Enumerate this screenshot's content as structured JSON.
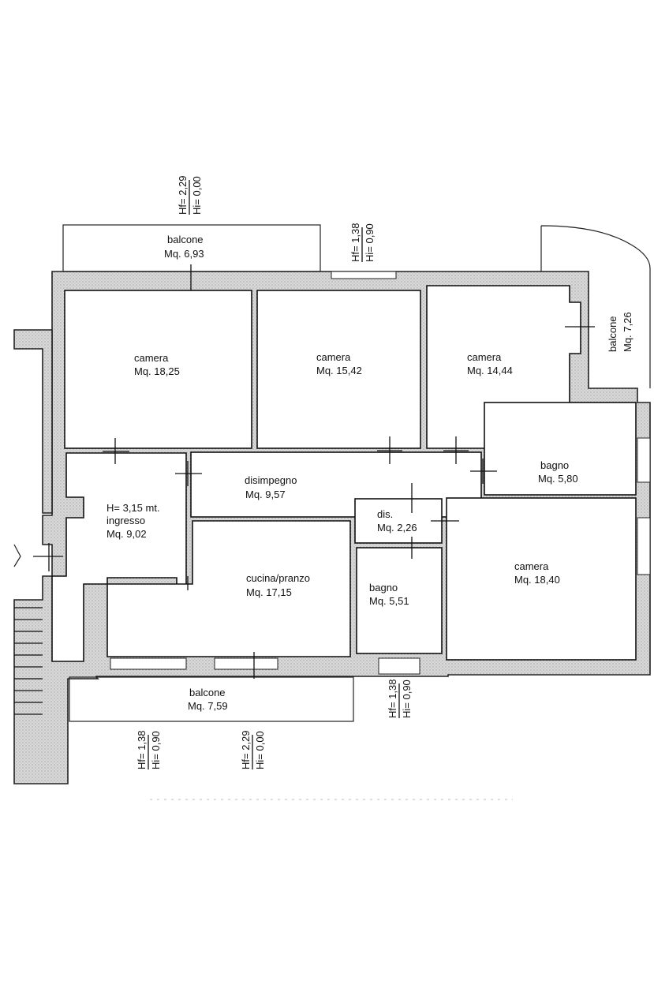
{
  "rooms": {
    "camera_a": {
      "name": "camera",
      "area": "Mq. 18,25"
    },
    "camera_b": {
      "name": "camera",
      "area": "Mq. 15,42"
    },
    "camera_c": {
      "name": "camera",
      "area": "Mq. 14,44"
    },
    "camera_d": {
      "name": "camera",
      "area": "Mq. 18,40"
    },
    "balcone_top": {
      "name": "balcone",
      "area": "Mq. 6,93"
    },
    "balcone_right": {
      "name": "balcone",
      "area": "Mq. 7,26"
    },
    "balcone_bottom": {
      "name": "balcone",
      "area": "Mq. 7,59"
    },
    "bagno_a": {
      "name": "bagno",
      "area": "Mq. 5,80"
    },
    "bagno_b": {
      "name": "bagno",
      "area": "Mq. 5,51"
    },
    "disimpegno": {
      "name": "disimpegno",
      "area": "Mq. 9,57"
    },
    "dis": {
      "name": "dis.",
      "area": "Mq. 2,26"
    },
    "ingresso": {
      "height": "H= 3,15 mt.",
      "name": "ingresso",
      "area": "Mq. 9,02"
    },
    "cucina": {
      "name": "cucina/pranzo",
      "area": "Mq. 17,15"
    }
  },
  "heights": {
    "top_left": {
      "hf": "Hf= 2,29",
      "hi": "Hi= 0,00"
    },
    "top_mid": {
      "hf": "Hf= 1,38",
      "hi": "Hi= 0,90"
    },
    "bottom_right": {
      "hf": "Hf= 1,38",
      "hi": "Hi= 0,90"
    },
    "bottom_left": {
      "hf": "Hf= 1,38",
      "hi": "Hi= 0,90"
    },
    "bottom_mid": {
      "hf": "Hf= 2,29",
      "hi": "Hi= 0,00"
    }
  }
}
